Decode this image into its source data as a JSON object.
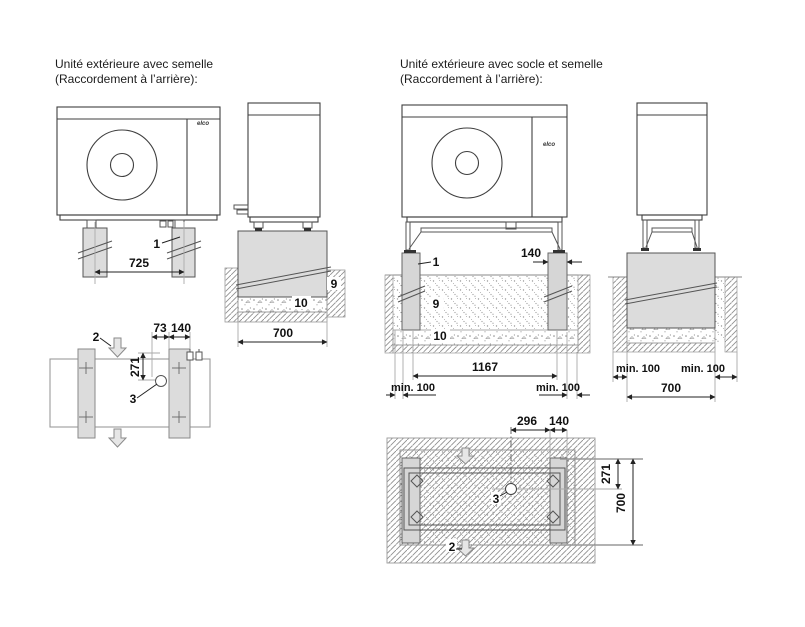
{
  "left_section": {
    "title_line1": "Unité extérieure avec semelle",
    "title_line2": "(Raccordement à l’arrière):",
    "front_view": {
      "brand": "elco",
      "callout_footing": "1",
      "dim_footing_spacing": "725"
    },
    "side_view": {
      "callout_drain_pipe": "9",
      "callout_gravel_bed": "10",
      "dim_footing_width": "700"
    },
    "top_view": {
      "callout_airflow": "2",
      "callout_drain_hole": "3",
      "dim_a": "73",
      "dim_b": "140",
      "dim_c": "271"
    }
  },
  "right_section": {
    "title_line1": "Unité extérieure avec socle et semelle",
    "title_line2": "(Raccordement à l’arrière):",
    "front_view": {
      "brand": "elco",
      "callout_footing": "1",
      "callout_backfill": "9",
      "callout_gravel_bed": "10",
      "dim_pillar_width": "140",
      "dim_span": "1167",
      "dim_min_left": "min. 100",
      "dim_min_right": "min. 100"
    },
    "side_view": {
      "dim_min_left": "min. 100",
      "dim_min_right": "min. 100",
      "dim_width": "700"
    },
    "top_view": {
      "callout_airflow": "2",
      "callout_drain_hole": "3",
      "dim_a": "296",
      "dim_b": "140",
      "dim_c": "271",
      "dim_d": "700"
    }
  }
}
